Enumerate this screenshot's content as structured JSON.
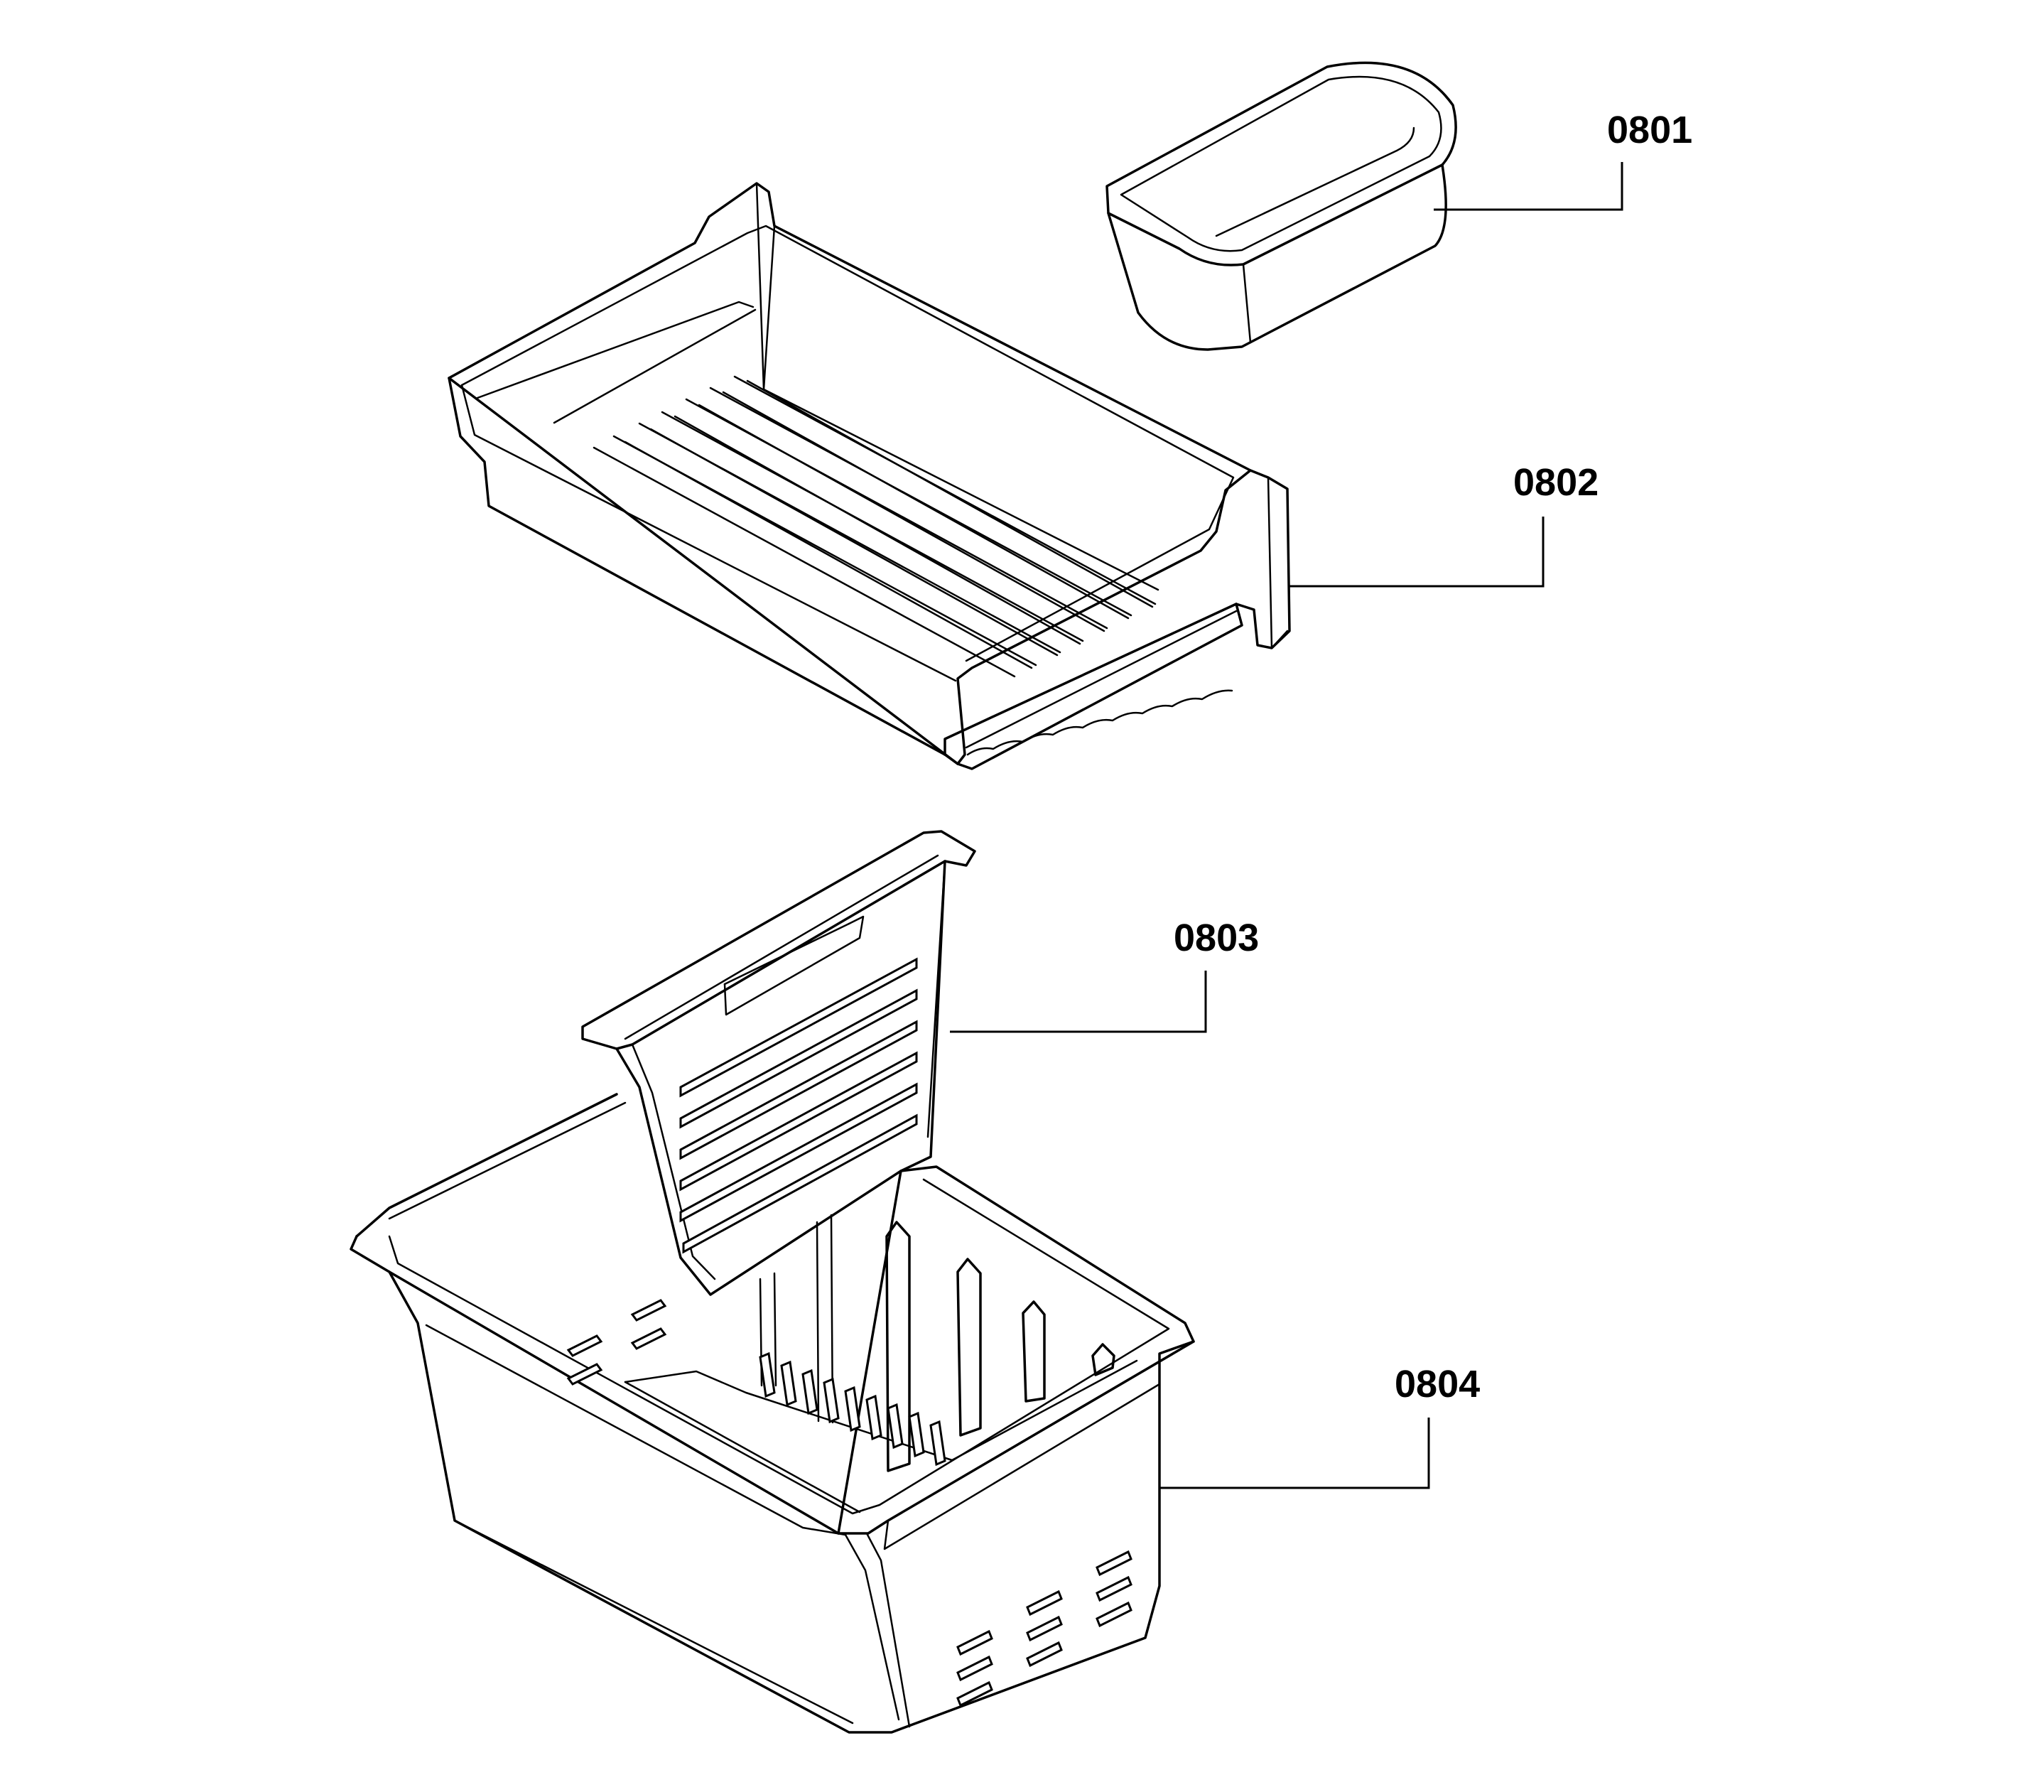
{
  "diagram": {
    "parts": [
      {
        "id": "0801",
        "label": "0801",
        "icon": "egg-bin-icon"
      },
      {
        "id": "0802",
        "label": "0802",
        "icon": "upper-drawer-tray-icon"
      },
      {
        "id": "0803",
        "label": "0803",
        "icon": "basket-divider-icon"
      },
      {
        "id": "0804",
        "label": "0804",
        "icon": "lower-freezer-basket-icon"
      }
    ],
    "colors": {
      "line": "#000000",
      "background": "#ffffff"
    }
  }
}
